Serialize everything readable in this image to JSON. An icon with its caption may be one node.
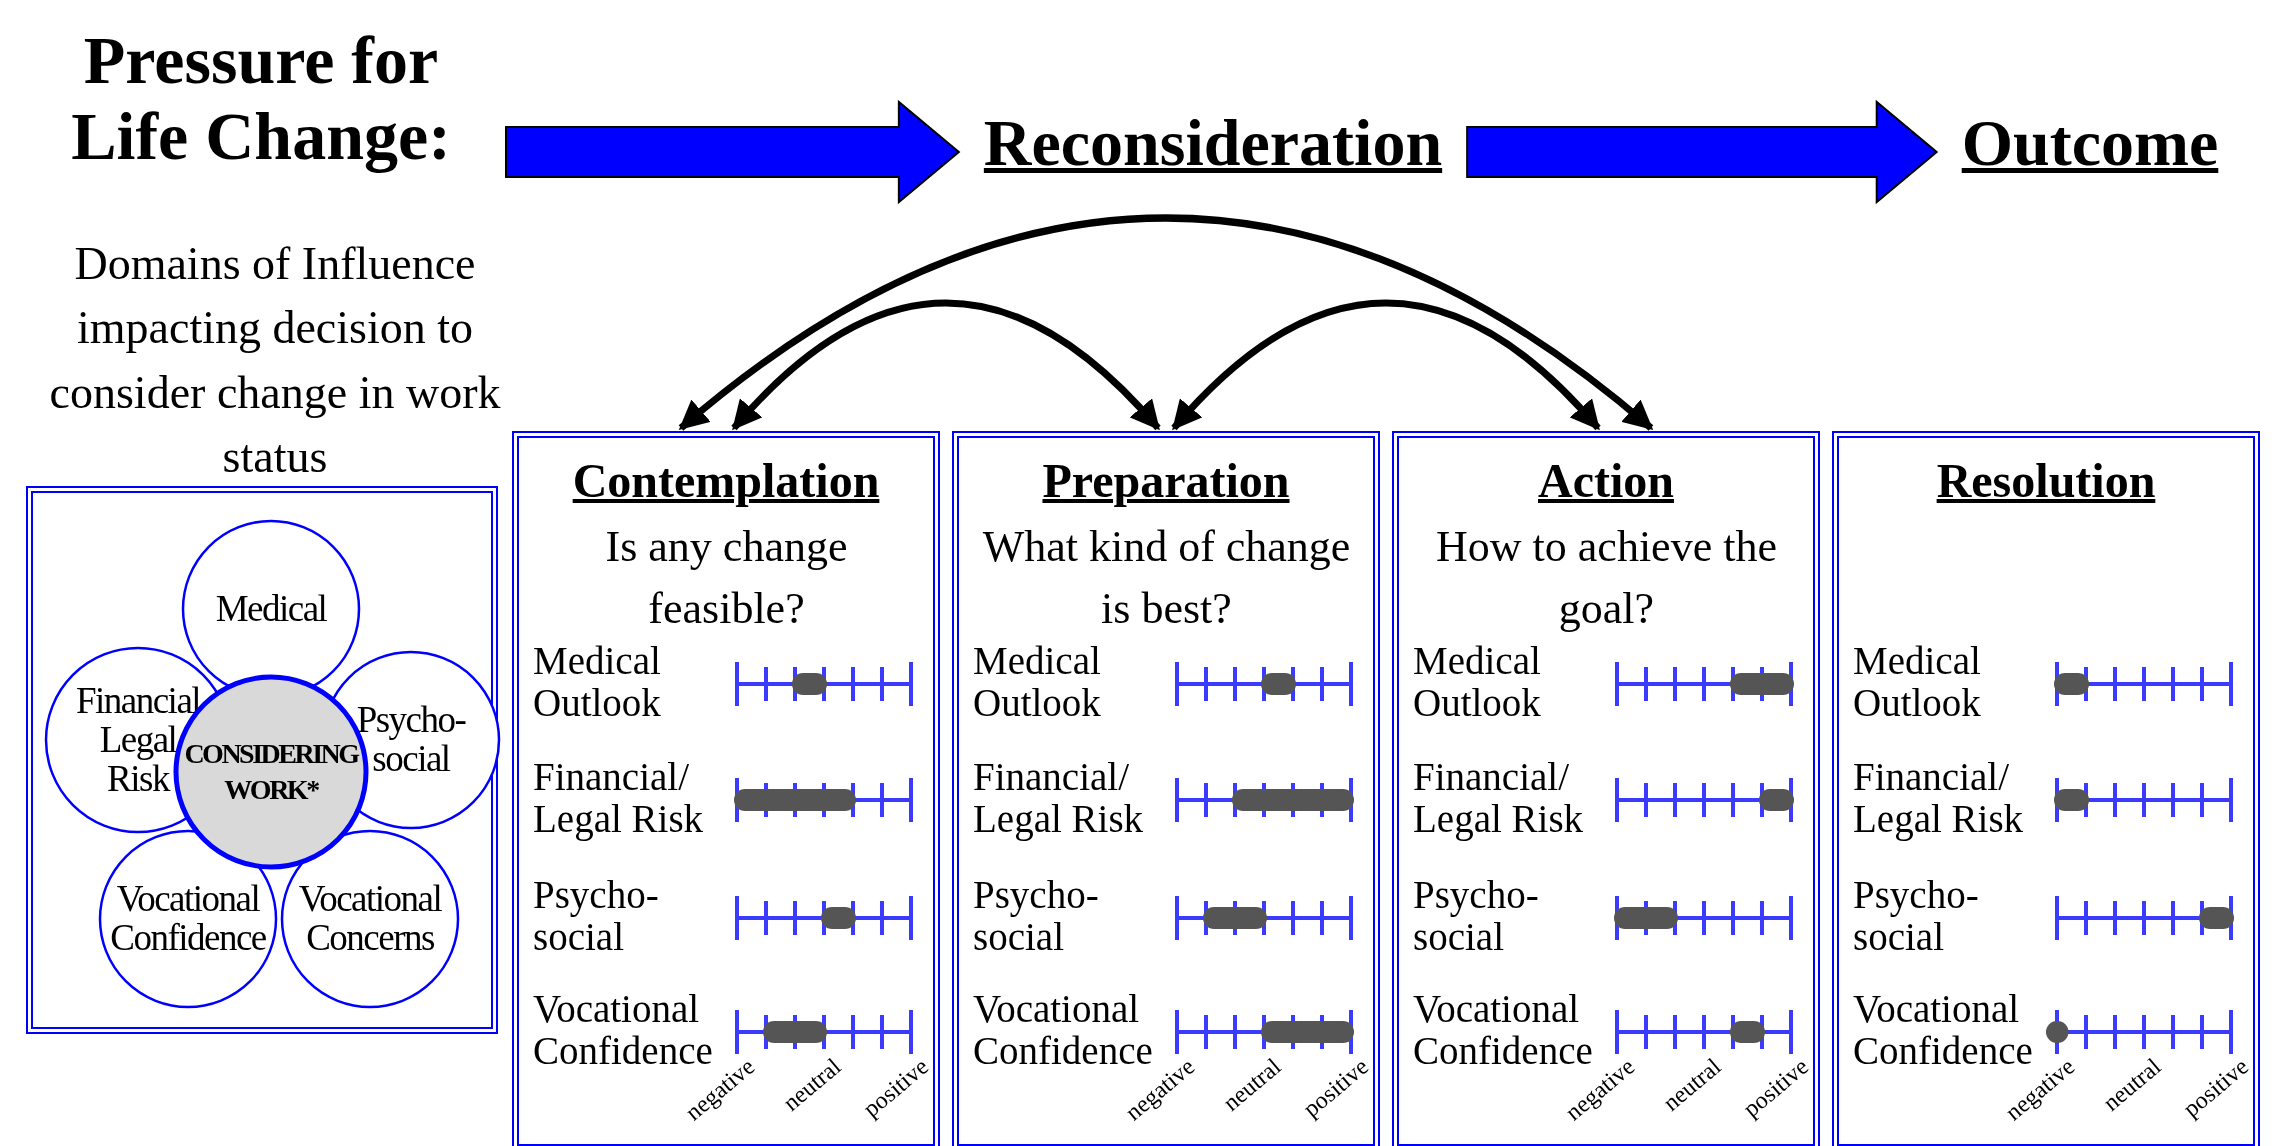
{
  "diagram": {
    "nodes": [
      {
        "text": [
          "Pressure for Life Change:"
        ]
      },
      {
        "text": [
          "Reconsideration"
        ]
      },
      {
        "text": [
          "Outcome"
        ]
      },
      {
        "text": [],
        "shape": "box"
      },
      {
        "text": [
          "Medical"
        ],
        "in": 3
      },
      {
        "text": [
          "Financial Legal Risk"
        ],
        "in": 3
      },
      {
        "text": [
          "Psycho- social"
        ],
        "in": 3
      },
      {
        "text": [
          "CONSIDERING WORK*"
        ],
        "in": 3
      },
      {
        "text": [
          "Vocational Confidence"
        ],
        "in": 3
      },
      {
        "text": [
          "Vocational Concerns"
        ],
        "in": 3
      },
      {
        "text": [
          "Contemplation",
          "Is any change feasible?",
          "Medical Outlook",
          "Financial/ Legal Risk",
          "Psycho- social",
          "Vocational Confidence",
          "negative",
          "neutral",
          "positive"
        ]
      },
      {
        "text": [
          "Preparation",
          "What kind of change is best?",
          "Medical Outlook",
          "Financial/ Legal Risk",
          "Psycho- social",
          "Vocational Confidence",
          "negative",
          "neutral",
          "positive"
        ]
      },
      {
        "text": [
          "Action",
          "How to achieve the goal?",
          "Medical Outlook",
          "Financial/ Legal Risk",
          "Psycho- social",
          "Vocational Confidence",
          "negative",
          "neutral",
          "positive"
        ]
      },
      {
        "text": [
          "Resolution",
          "Medical Outlook",
          "Financial/ Legal Risk",
          "Psycho- social",
          "Vocational Confidence",
          "negative",
          "neutral",
          "positive"
        ]
      }
    ],
    "edges": [
      {
        "from": 0,
        "to": 1,
        "arrow": "to",
        "style": "thick",
        "color": "#0000ff"
      },
      {
        "from": 1,
        "to": 2,
        "arrow": "to",
        "style": "thick",
        "color": "#0000ff"
      },
      {
        "from": 10,
        "to": 12,
        "arrow": "both"
      },
      {
        "from": 10,
        "to": 11,
        "arrow": "both"
      },
      {
        "from": 11,
        "to": 12,
        "arrow": "both"
      }
    ],
    "labels": [
      "Domains of Influence impacting decision to consider change in work status"
    ]
  }
}
